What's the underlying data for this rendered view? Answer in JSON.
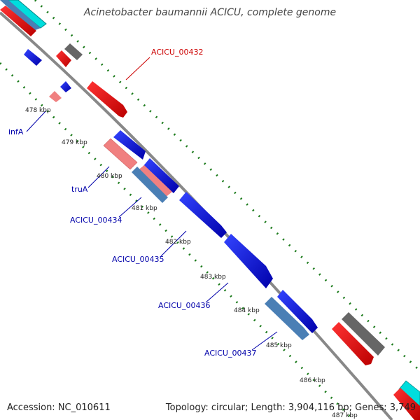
{
  "title": "Acinetobacter baumannii ACICU, complete genome",
  "footer": {
    "accession": "Accession: NC_010611",
    "summary": "Topology: circular; Length: 3,904,116 bp; Genes: 3,749"
  },
  "ticks": [
    "478 kbp",
    "479 kbp",
    "480 kbp",
    "481 kbp",
    "482 kbp",
    "483 kbp",
    "484 kbp",
    "485 kbp",
    "486 kbp",
    "487 kbp"
  ],
  "labels": [
    {
      "id": "ACICU_00432",
      "text": "ACICU_00432",
      "color": "#cc0000"
    },
    {
      "id": "infA",
      "text": "infA",
      "color": "#0000aa"
    },
    {
      "id": "truA",
      "text": "truA",
      "color": "#0000aa"
    },
    {
      "id": "ACICU_00434",
      "text": "ACICU_00434",
      "color": "#0000aa"
    },
    {
      "id": "ACICU_00435",
      "text": "ACICU_00435",
      "color": "#0000aa"
    },
    {
      "id": "ACICU_00436",
      "text": "ACICU_00436",
      "color": "#0000aa"
    },
    {
      "id": "ACICU_00437",
      "text": "ACICU_00437",
      "color": "#0000aa"
    }
  ],
  "colors": {
    "backbone": "#888888",
    "tick_dots": "#1a7a1a",
    "cds_forward": "#0000ee",
    "cds_reverse": "#ee0000",
    "rna_light": "#f08080",
    "steel": "#4a7fb5",
    "grey_block": "#666666",
    "cyan_block": "#00dddd"
  }
}
